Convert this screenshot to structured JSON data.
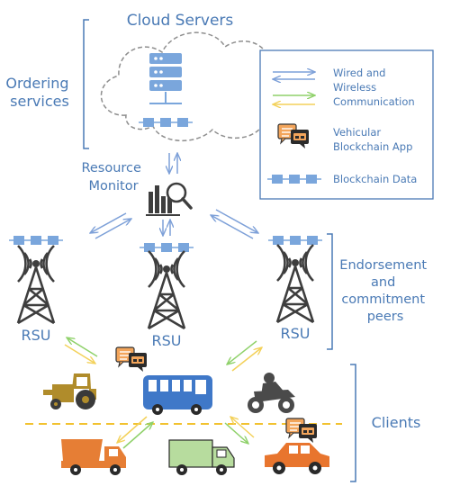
{
  "cloud": {
    "title": "Cloud Servers"
  },
  "groups": {
    "ordering": [
      "Ordering",
      "services"
    ],
    "endorsement": [
      "Endorsement",
      "and",
      "commitment",
      "peers"
    ],
    "clients": "Clients"
  },
  "monitor": [
    "Resource",
    "Monitor"
  ],
  "rsu": {
    "left": "RSU",
    "center": "RSU",
    "right": "RSU"
  },
  "legend": {
    "wired": [
      "Wired and",
      "Wireless",
      "Communication"
    ],
    "app": [
      "Vehicular",
      "Blockchain App"
    ],
    "data": "Blockchain Data"
  },
  "colors": {
    "label": "#4a7ab5",
    "blue_arrow": "#7da0d8",
    "green_arrow": "#8fd16a",
    "yellow_arrow": "#f3d15a",
    "tower": "#3e3e3e",
    "block": "#7aa6dc",
    "bus": "#3f78c8",
    "tractor": "#b08c2b",
    "dump_truck": "#e67e35",
    "box_truck": "#b7dc9e",
    "car": "#e8752e",
    "motorbike": "#4a4a4a",
    "app_orange": "#f3a55b",
    "lane": "#f2c230"
  }
}
